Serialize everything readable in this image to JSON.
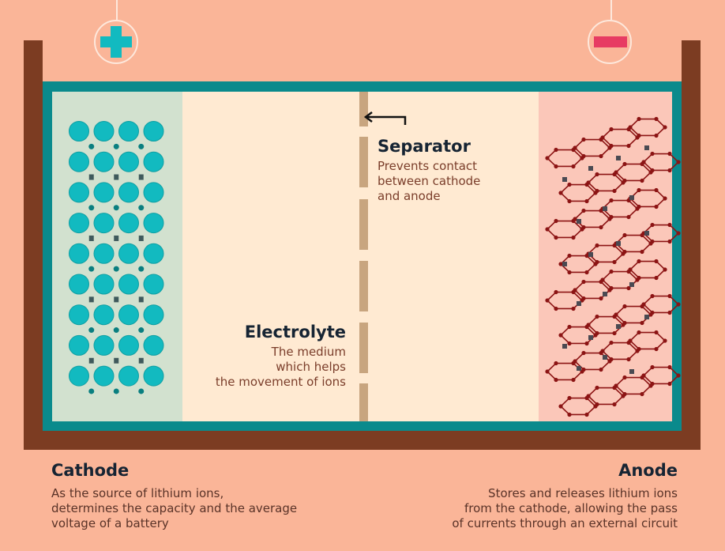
{
  "terminals": {
    "positive": {
      "symbol": "plus",
      "color": "#12bac0"
    },
    "negative": {
      "symbol": "minus",
      "color": "#e73c63"
    }
  },
  "colors": {
    "background": "#fab598",
    "casing": "#7c3c22",
    "cell_border": "#0a8a8c",
    "cathode_bg": "#d2e1cf",
    "electrolyte_bg": "#ffead2",
    "anode_bg": "#fbc7b9",
    "separator": "#c8a57f",
    "cathode_atom": "#12bac0",
    "anode_lattice": "#8c1414",
    "lithium_ion": "#4a4a52"
  },
  "separator": {
    "title": "Separator",
    "desc": [
      "Prevents contact",
      "between cathode",
      "and anode"
    ]
  },
  "electrolyte": {
    "title": "Electrolyte",
    "desc": [
      "The medium",
      "which helps",
      "the movement of ions"
    ]
  },
  "cathode": {
    "title": "Cathode",
    "desc": [
      "As the source of lithium ions,",
      "determines the capacity and the average",
      "voltage of a battery"
    ]
  },
  "anode": {
    "title": "Anode",
    "desc": [
      "Stores and releases lithium ions",
      "from the cathode, allowing the pass",
      "of currents through an external circuit"
    ]
  }
}
